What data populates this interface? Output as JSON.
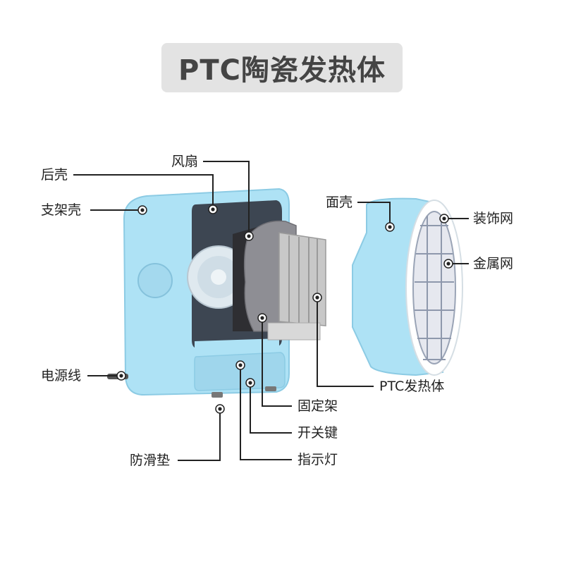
{
  "title": "PTC陶瓷发热体",
  "colors": {
    "shell": "#aee2f5",
    "shell_edge": "#8ccbe4",
    "shell_dark": "#7fbcd6",
    "inner": "#3d4652",
    "heater": "#c8c8c8",
    "line": "#222222"
  },
  "labels": {
    "fan": "风扇",
    "rear_shell": "后壳",
    "bracket_shell": "支架壳",
    "front_shell": "面壳",
    "decor_mesh": "装饰网",
    "metal_mesh": "金属网",
    "power_cord": "电源线",
    "ptc_heater": "PTC发热体",
    "fixing_bracket": "固定架",
    "power_switch": "开关键",
    "indicator_light": "指示灯",
    "anti_slip_pad": "防滑垫"
  }
}
